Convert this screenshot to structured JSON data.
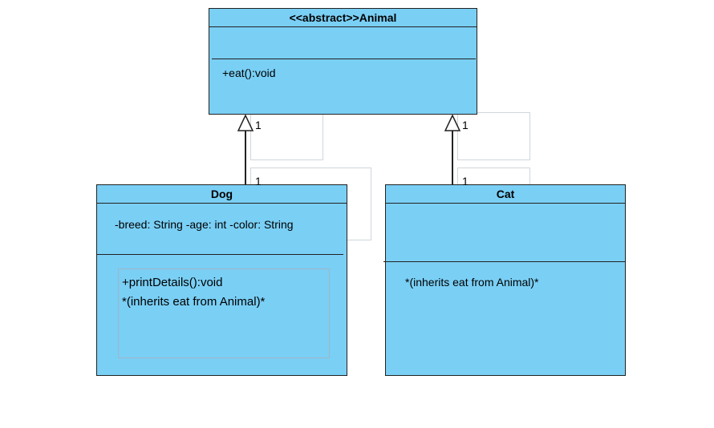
{
  "animal": {
    "title": "<<abstract>>Animal",
    "method": "+eat():void"
  },
  "dog": {
    "title": "Dog",
    "attributes": "-breed: String -age: int -color: String",
    "methods": [
      "+printDetails():void",
      "*(inherits eat from Animal)*"
    ]
  },
  "cat": {
    "title": "Cat",
    "methods": "*(inherits eat from Animal)*"
  },
  "edges": {
    "dog_to_animal": {
      "source_multiplicity": "1",
      "target_multiplicity": "1"
    },
    "cat_to_animal": {
      "source_multiplicity": "1",
      "target_multiplicity": "1"
    }
  },
  "colors": {
    "class_fill": "#7acff5",
    "class_border": "#222222",
    "ghost_border": "#cfd6da"
  }
}
